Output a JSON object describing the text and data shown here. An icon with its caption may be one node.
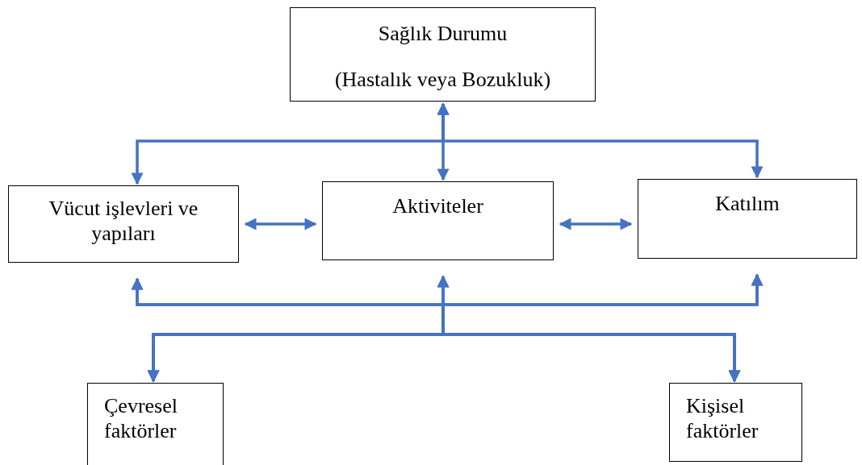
{
  "diagram": {
    "nodes": [
      {
        "text": [
          "Sağlık Durumu",
          "(Hastalık veya Bozukluk)"
        ]
      },
      {
        "text": [
          "Vücut işlevleri ve yapıları"
        ]
      },
      {
        "text": [
          "Aktiviteler"
        ]
      },
      {
        "text": [
          "Katılım"
        ]
      },
      {
        "text": [
          "Çevresel faktörler"
        ]
      },
      {
        "text": [
          "Kişisel faktörler"
        ]
      }
    ],
    "edges": [
      {
        "from": 0,
        "to": 1,
        "arrow": "both"
      },
      {
        "from": 0,
        "to": 2,
        "arrow": "both"
      },
      {
        "from": 0,
        "to": 3,
        "arrow": "both"
      },
      {
        "from": 1,
        "to": 2,
        "arrow": "both"
      },
      {
        "from": 2,
        "to": 3,
        "arrow": "both"
      },
      {
        "from": 4,
        "to": 1,
        "arrow": "both"
      },
      {
        "from": 4,
        "to": 2,
        "arrow": "both"
      },
      {
        "from": 4,
        "to": 3,
        "arrow": "both"
      },
      {
        "from": 5,
        "to": 1,
        "arrow": "both"
      },
      {
        "from": 5,
        "to": 2,
        "arrow": "both"
      },
      {
        "from": 5,
        "to": 3,
        "arrow": "both"
      }
    ]
  }
}
